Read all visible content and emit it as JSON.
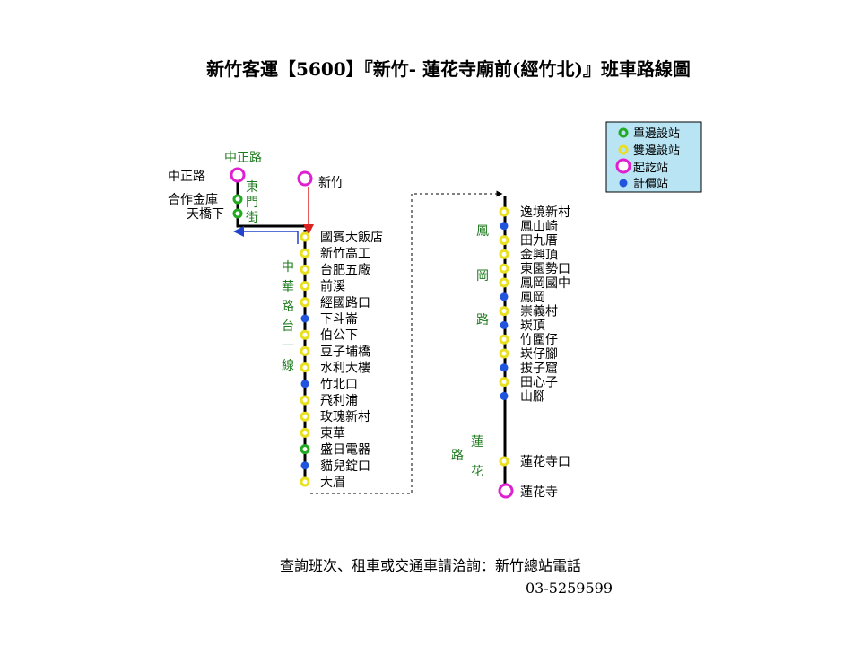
{
  "title": "新竹客運【5600】『新竹- 蓮花寺廟前(經竹北)』班車路線圖",
  "legend": {
    "single_side": "單邊設站",
    "double_side": "雙邊設站",
    "terminal": "起訖站",
    "fare_stage": "計價站"
  },
  "colors": {
    "single_side": "#22aa22",
    "double_side": "#e8e020",
    "terminal": "#e020d0",
    "fare_stage": "#2255dd",
    "road_label": "#1e7a1e",
    "legend_bg": "#b8e4f4",
    "arrow_red": "#dd2222",
    "arrow_blue": "#2244cc"
  },
  "roads": {
    "zhongzheng": "中正路",
    "dongmen": [
      "東",
      "門",
      "街"
    ],
    "zhonghua": [
      "中",
      "華",
      "路",
      "台",
      "一",
      "線"
    ],
    "fenggang": [
      "鳳",
      "岡",
      "路"
    ],
    "lianhua": [
      "蓮",
      "路",
      "花"
    ]
  },
  "top_stations": {
    "zhongzheng": "中正路",
    "hezuo": "合作金庫",
    "tianqiao": "天橋下",
    "hsinchu": "新竹"
  },
  "line1": [
    {
      "name": "國賓大飯店",
      "type": "double_side"
    },
    {
      "name": "新竹高工",
      "type": "double_side"
    },
    {
      "name": "台肥五廠",
      "type": "double_side"
    },
    {
      "name": "前溪",
      "type": "double_side"
    },
    {
      "name": "經國路口",
      "type": "double_side"
    },
    {
      "name": "下斗崙",
      "type": "fare_stage"
    },
    {
      "name": "伯公下",
      "type": "double_side"
    },
    {
      "name": "豆子埔橋",
      "type": "double_side"
    },
    {
      "name": "水利大樓",
      "type": "double_side"
    },
    {
      "name": "竹北口",
      "type": "fare_stage"
    },
    {
      "name": "飛利浦",
      "type": "double_side"
    },
    {
      "name": "玫瑰新村",
      "type": "double_side"
    },
    {
      "name": "東華",
      "type": "double_side"
    },
    {
      "name": "盛日電器",
      "type": "single_side"
    },
    {
      "name": "貓兒錠口",
      "type": "fare_stage"
    },
    {
      "name": "大眉",
      "type": "double_side"
    }
  ],
  "line2": [
    {
      "name": "逸境新村",
      "type": "double_side"
    },
    {
      "name": "鳳山崎",
      "type": "fare_stage"
    },
    {
      "name": "田九厝",
      "type": "double_side"
    },
    {
      "name": "金興頂",
      "type": "double_side"
    },
    {
      "name": "東園勢口",
      "type": "double_side"
    },
    {
      "name": "鳳岡國中",
      "type": "double_side"
    },
    {
      "name": "鳳岡",
      "type": "fare_stage"
    },
    {
      "name": "崇義村",
      "type": "double_side"
    },
    {
      "name": "崁頂",
      "type": "fare_stage"
    },
    {
      "name": "竹圍仔",
      "type": "double_side"
    },
    {
      "name": "崁仔腳",
      "type": "double_side"
    },
    {
      "name": "拔子窟",
      "type": "fare_stage"
    },
    {
      "name": "田心子",
      "type": "double_side"
    },
    {
      "name": "山腳",
      "type": "fare_stage"
    }
  ],
  "lianhua_stops": {
    "kou": "蓮花寺口",
    "terminal": "蓮花寺"
  },
  "footer": {
    "line1": "查詢班次、租車或交通車請洽詢：新竹總站電話",
    "phone": "03-5259599"
  }
}
